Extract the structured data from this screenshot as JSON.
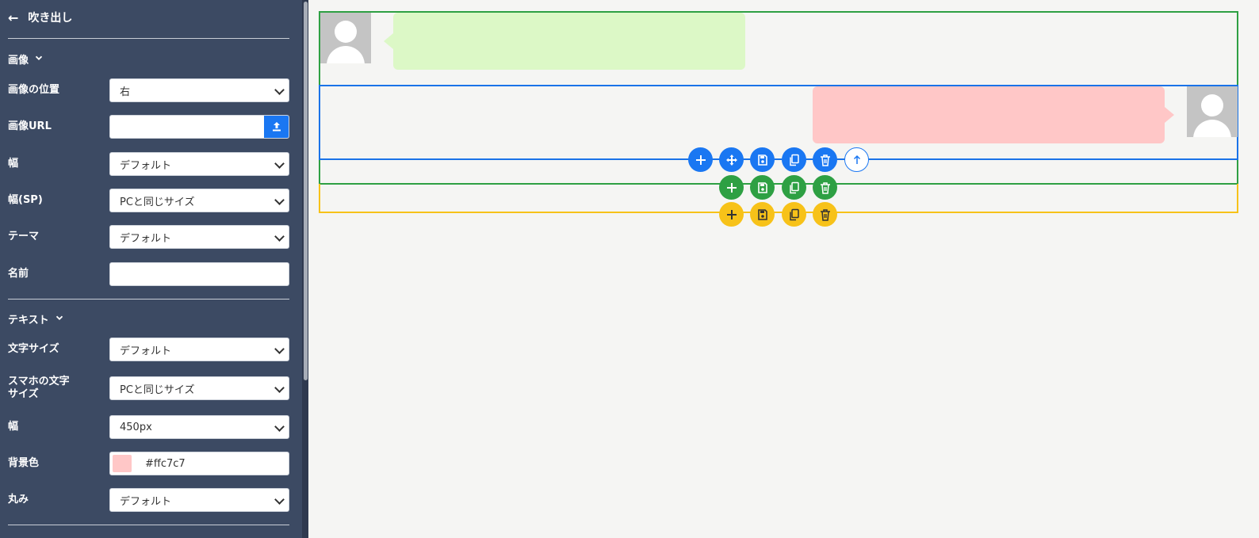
{
  "sidebar": {
    "title": "吹き出し",
    "sections": {
      "image": {
        "title": "画像",
        "position": {
          "label": "画像の位置",
          "value": "右"
        },
        "url": {
          "label": "画像URL",
          "value": ""
        },
        "width": {
          "label": "幅",
          "value": "デフォルト"
        },
        "width_sp": {
          "label": "幅(SP)",
          "value": "PCと同じサイズ"
        },
        "theme": {
          "label": "テーマ",
          "value": "デフォルト"
        },
        "name": {
          "label": "名前",
          "value": ""
        }
      },
      "text": {
        "title": "テキスト",
        "font_size": {
          "label": "文字サイズ",
          "value": "デフォルト"
        },
        "sp_font_size": {
          "label_line1": "スマホの文字",
          "label_line2": "サイズ",
          "value": "PCと同じサイズ"
        },
        "width": {
          "label": "幅",
          "value": "450px"
        },
        "bg_color": {
          "label": "背景色",
          "value": "#ffc7c7"
        },
        "radius": {
          "label": "丸み",
          "value": "デフォルト"
        }
      }
    }
  },
  "colors": {
    "sidebar_bg": "#3c4a63",
    "accent_blue": "#1a77f2",
    "green": "#2ea043",
    "yellow": "#f7c219",
    "bubble_left": "#dcf8c6",
    "bubble_right": "#ffc7c7"
  },
  "icons": {
    "back": "arrow-left-icon",
    "chevron": "chevron-down-icon",
    "upload": "upload-icon",
    "add": "plus-icon",
    "move": "move-icon",
    "save": "save-icon",
    "copy": "copy-icon",
    "delete": "trash-icon",
    "up": "arrow-up-icon"
  }
}
